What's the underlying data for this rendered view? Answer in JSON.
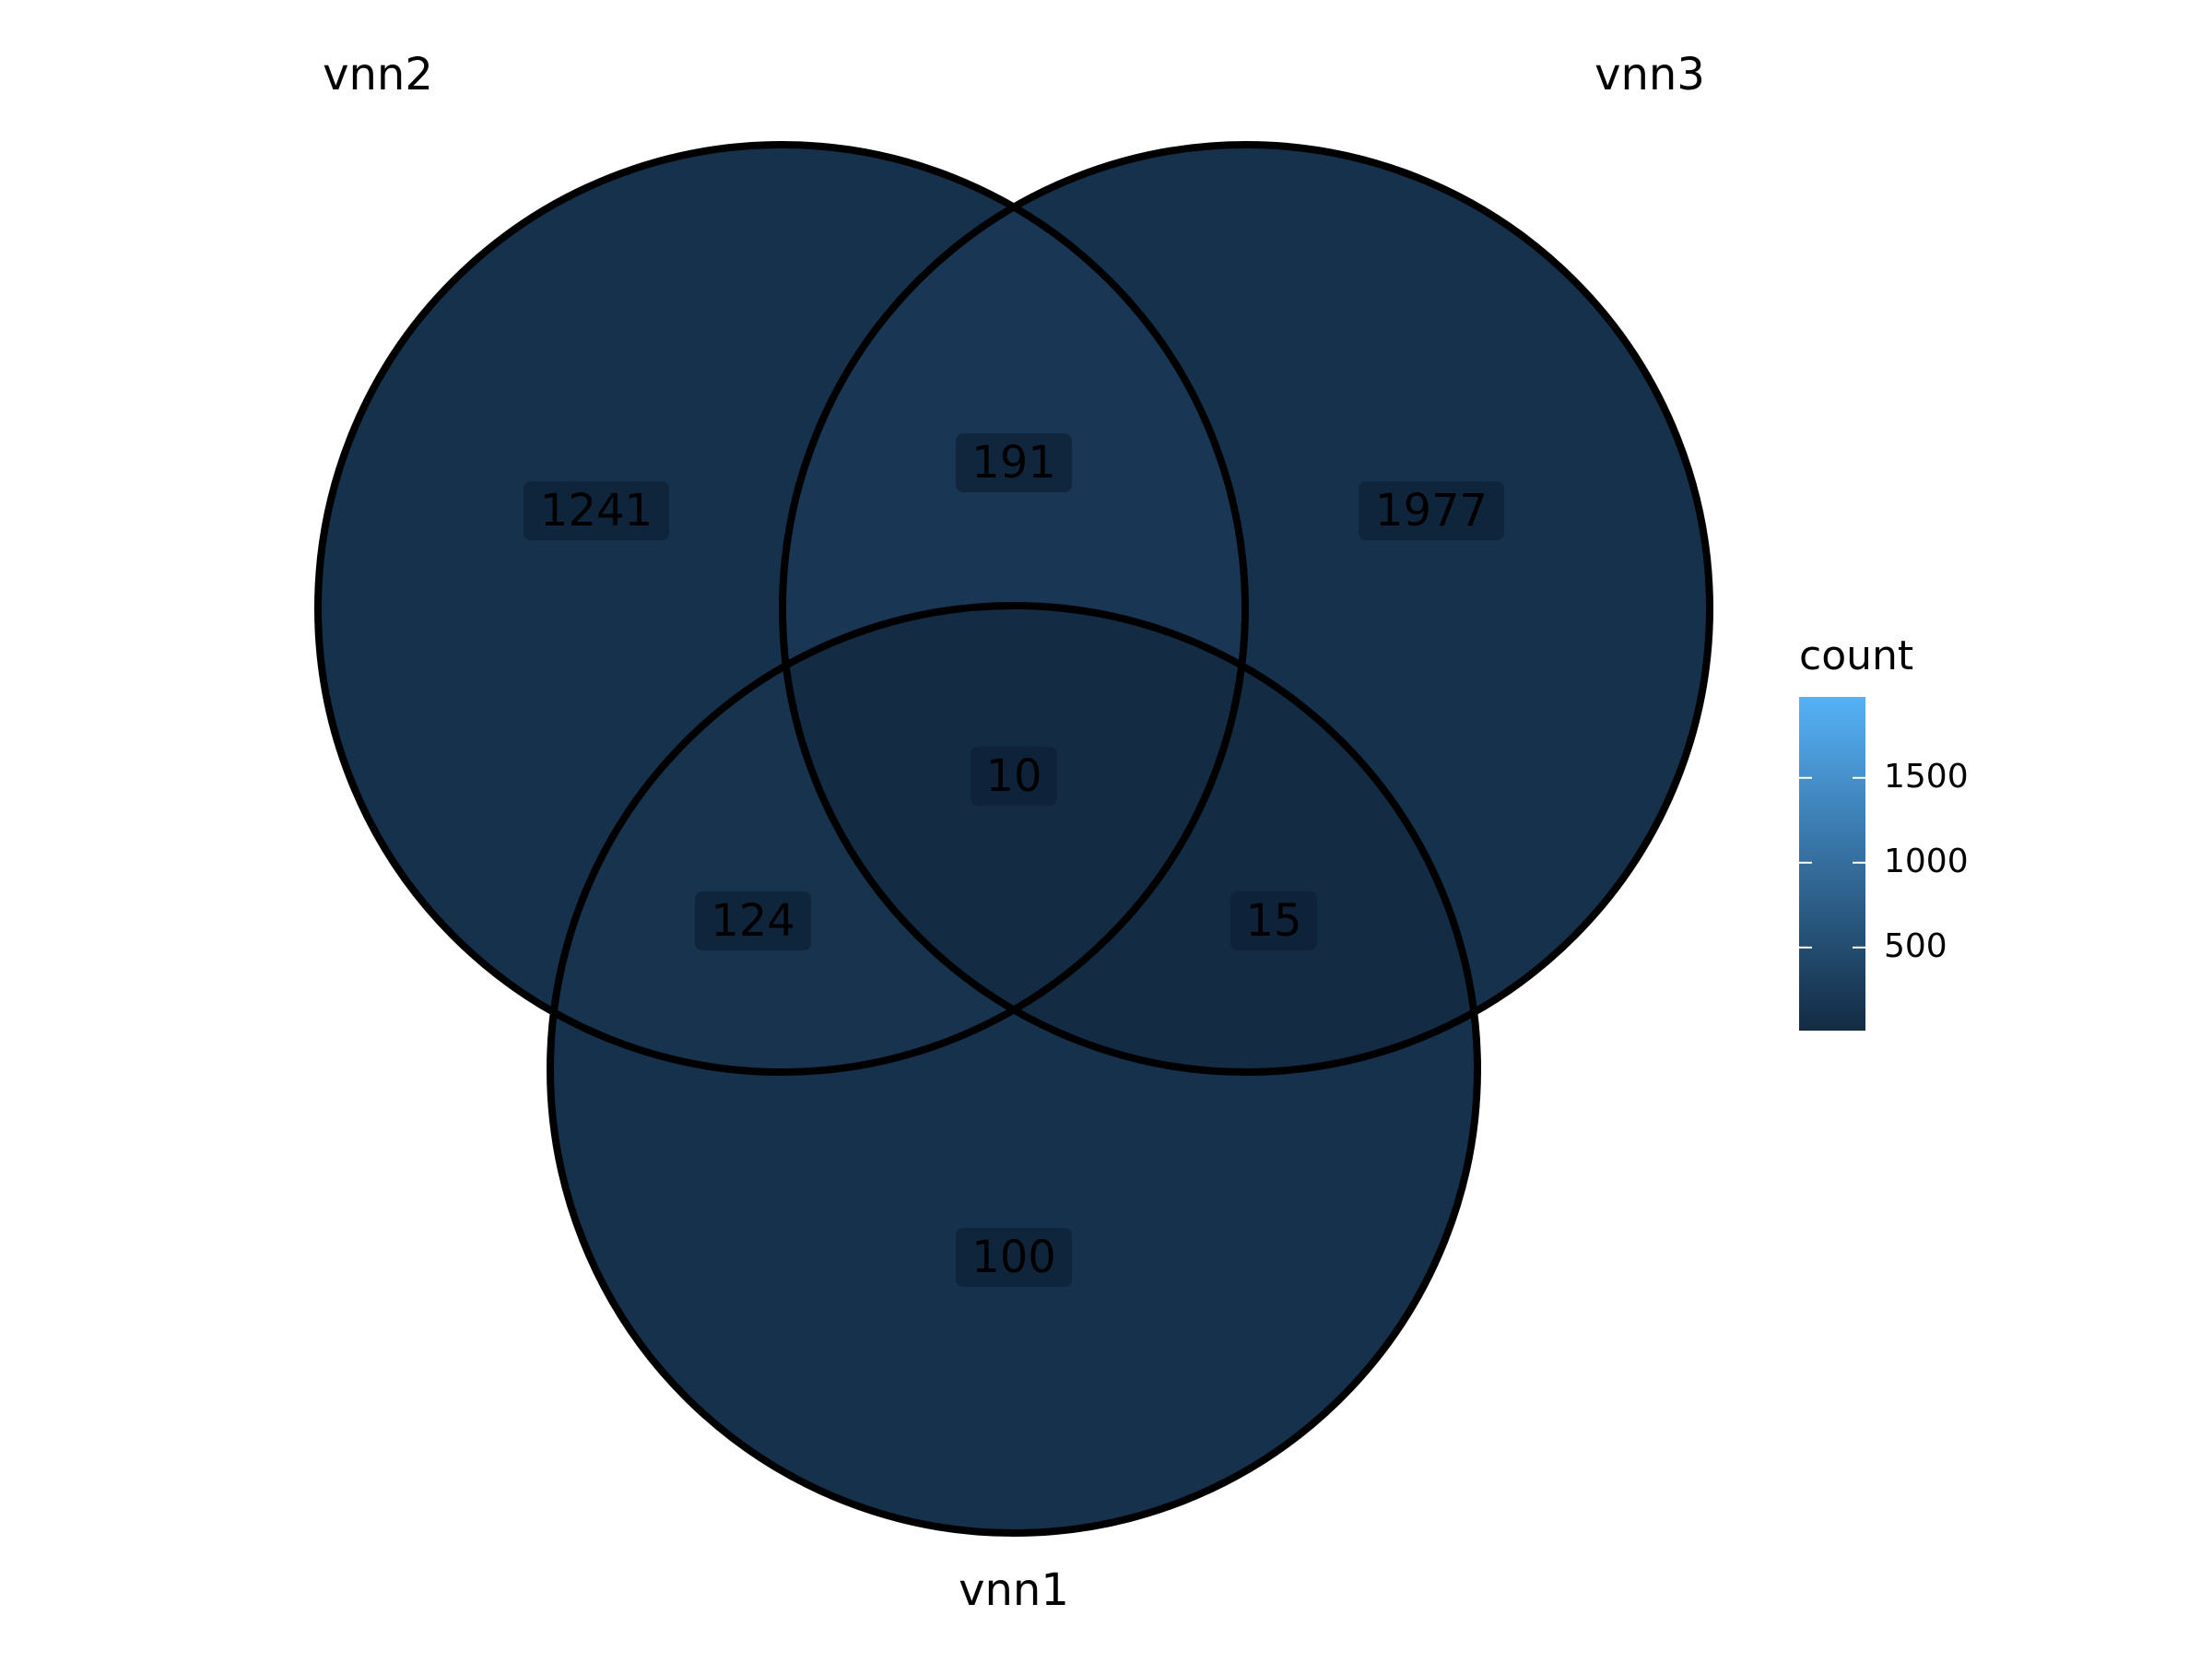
{
  "chart_data": {
    "type": "venn",
    "sets": [
      "vnn1",
      "vnn2",
      "vnn3"
    ],
    "regions": [
      {
        "sets": [
          "vnn2"
        ],
        "count": 1241
      },
      {
        "sets": [
          "vnn3"
        ],
        "count": 1977
      },
      {
        "sets": [
          "vnn1"
        ],
        "count": 100
      },
      {
        "sets": [
          "vnn2",
          "vnn3"
        ],
        "count": 191
      },
      {
        "sets": [
          "vnn1",
          "vnn2"
        ],
        "count": 124
      },
      {
        "sets": [
          "vnn1",
          "vnn3"
        ],
        "count": 15
      },
      {
        "sets": [
          "vnn1",
          "vnn2",
          "vnn3"
        ],
        "count": 10
      }
    ],
    "legend": {
      "title": "count",
      "ticks": [
        500,
        1000,
        1500
      ],
      "range": [
        10,
        1977
      ],
      "color_low": "#132B43",
      "color_high": "#56B1F7"
    }
  },
  "colors": {
    "outline": "#000000",
    "label_box": "#0e2135"
  }
}
